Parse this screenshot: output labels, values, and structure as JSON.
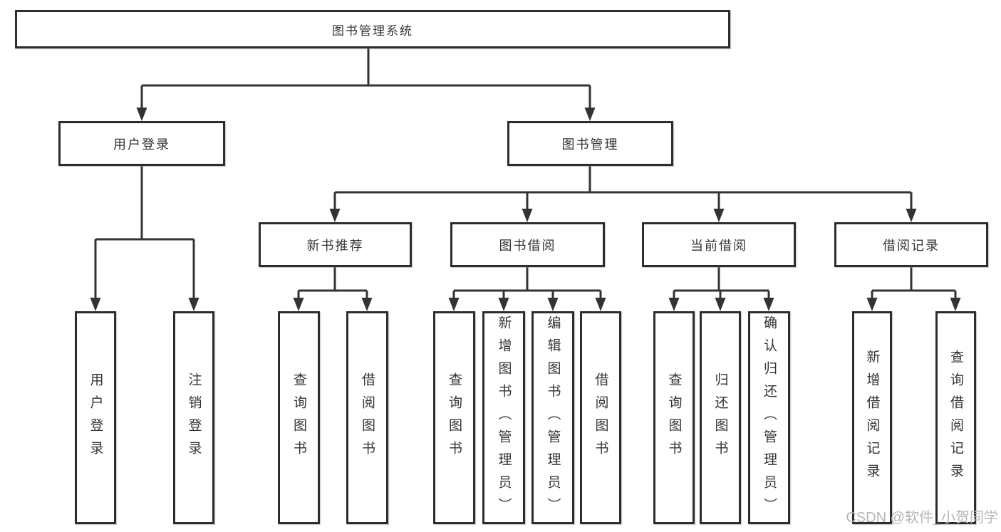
{
  "diagram": {
    "type": "hierarchy-tree",
    "root": {
      "label": "图书管理系统"
    },
    "branches": [
      {
        "label": "用户登录",
        "children": [
          "用户登录",
          "注销登录"
        ]
      },
      {
        "label": "图书管理",
        "children": [
          {
            "label": "新书推荐",
            "children": [
              "查询图书",
              "借阅图书"
            ]
          },
          {
            "label": "图书借阅",
            "children": [
              "查询图书",
              "新增图书（管理员）",
              "编辑图书（管理员）",
              "借阅图书"
            ]
          },
          {
            "label": "当前借阅",
            "children": [
              "查询图书",
              "归还图书",
              "确认归还（管理员）"
            ]
          },
          {
            "label": "借阅记录",
            "children": [
              "新增借阅记录",
              "查询借阅记录"
            ]
          }
        ]
      }
    ],
    "colors": {
      "line": "#333333",
      "box_border": "#2d2d2d",
      "box_fill": "#ffffff",
      "text": "#333333",
      "watermark": "#b5b5b5"
    },
    "watermark": "CSDN @软件_小贺同学"
  }
}
